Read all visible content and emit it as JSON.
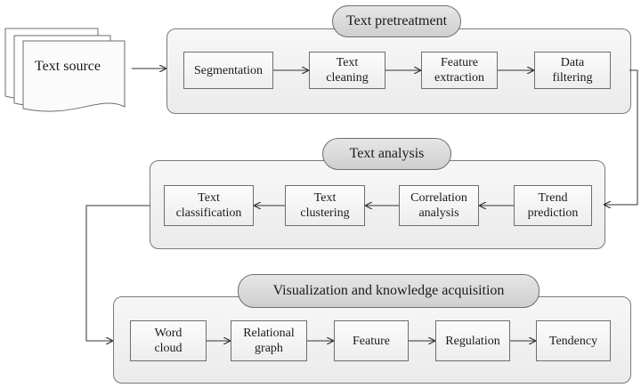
{
  "source": {
    "label": "Text source"
  },
  "stages": [
    {
      "title": "Text pretreatment",
      "steps": [
        "Segmentation",
        "Text\ncleaning",
        "Feature\nextraction",
        "Data\nfiltering"
      ]
    },
    {
      "title": "Text analysis",
      "steps": [
        "Text\nclassification",
        "Text\nclustering",
        "Correlation\nanalysis",
        "Trend\nprediction"
      ]
    },
    {
      "title": "Visualization and knowledge acquisition",
      "steps": [
        "Word\ncloud",
        "Relational\ngraph",
        "Feature",
        "Regulation",
        "Tendency"
      ]
    }
  ]
}
